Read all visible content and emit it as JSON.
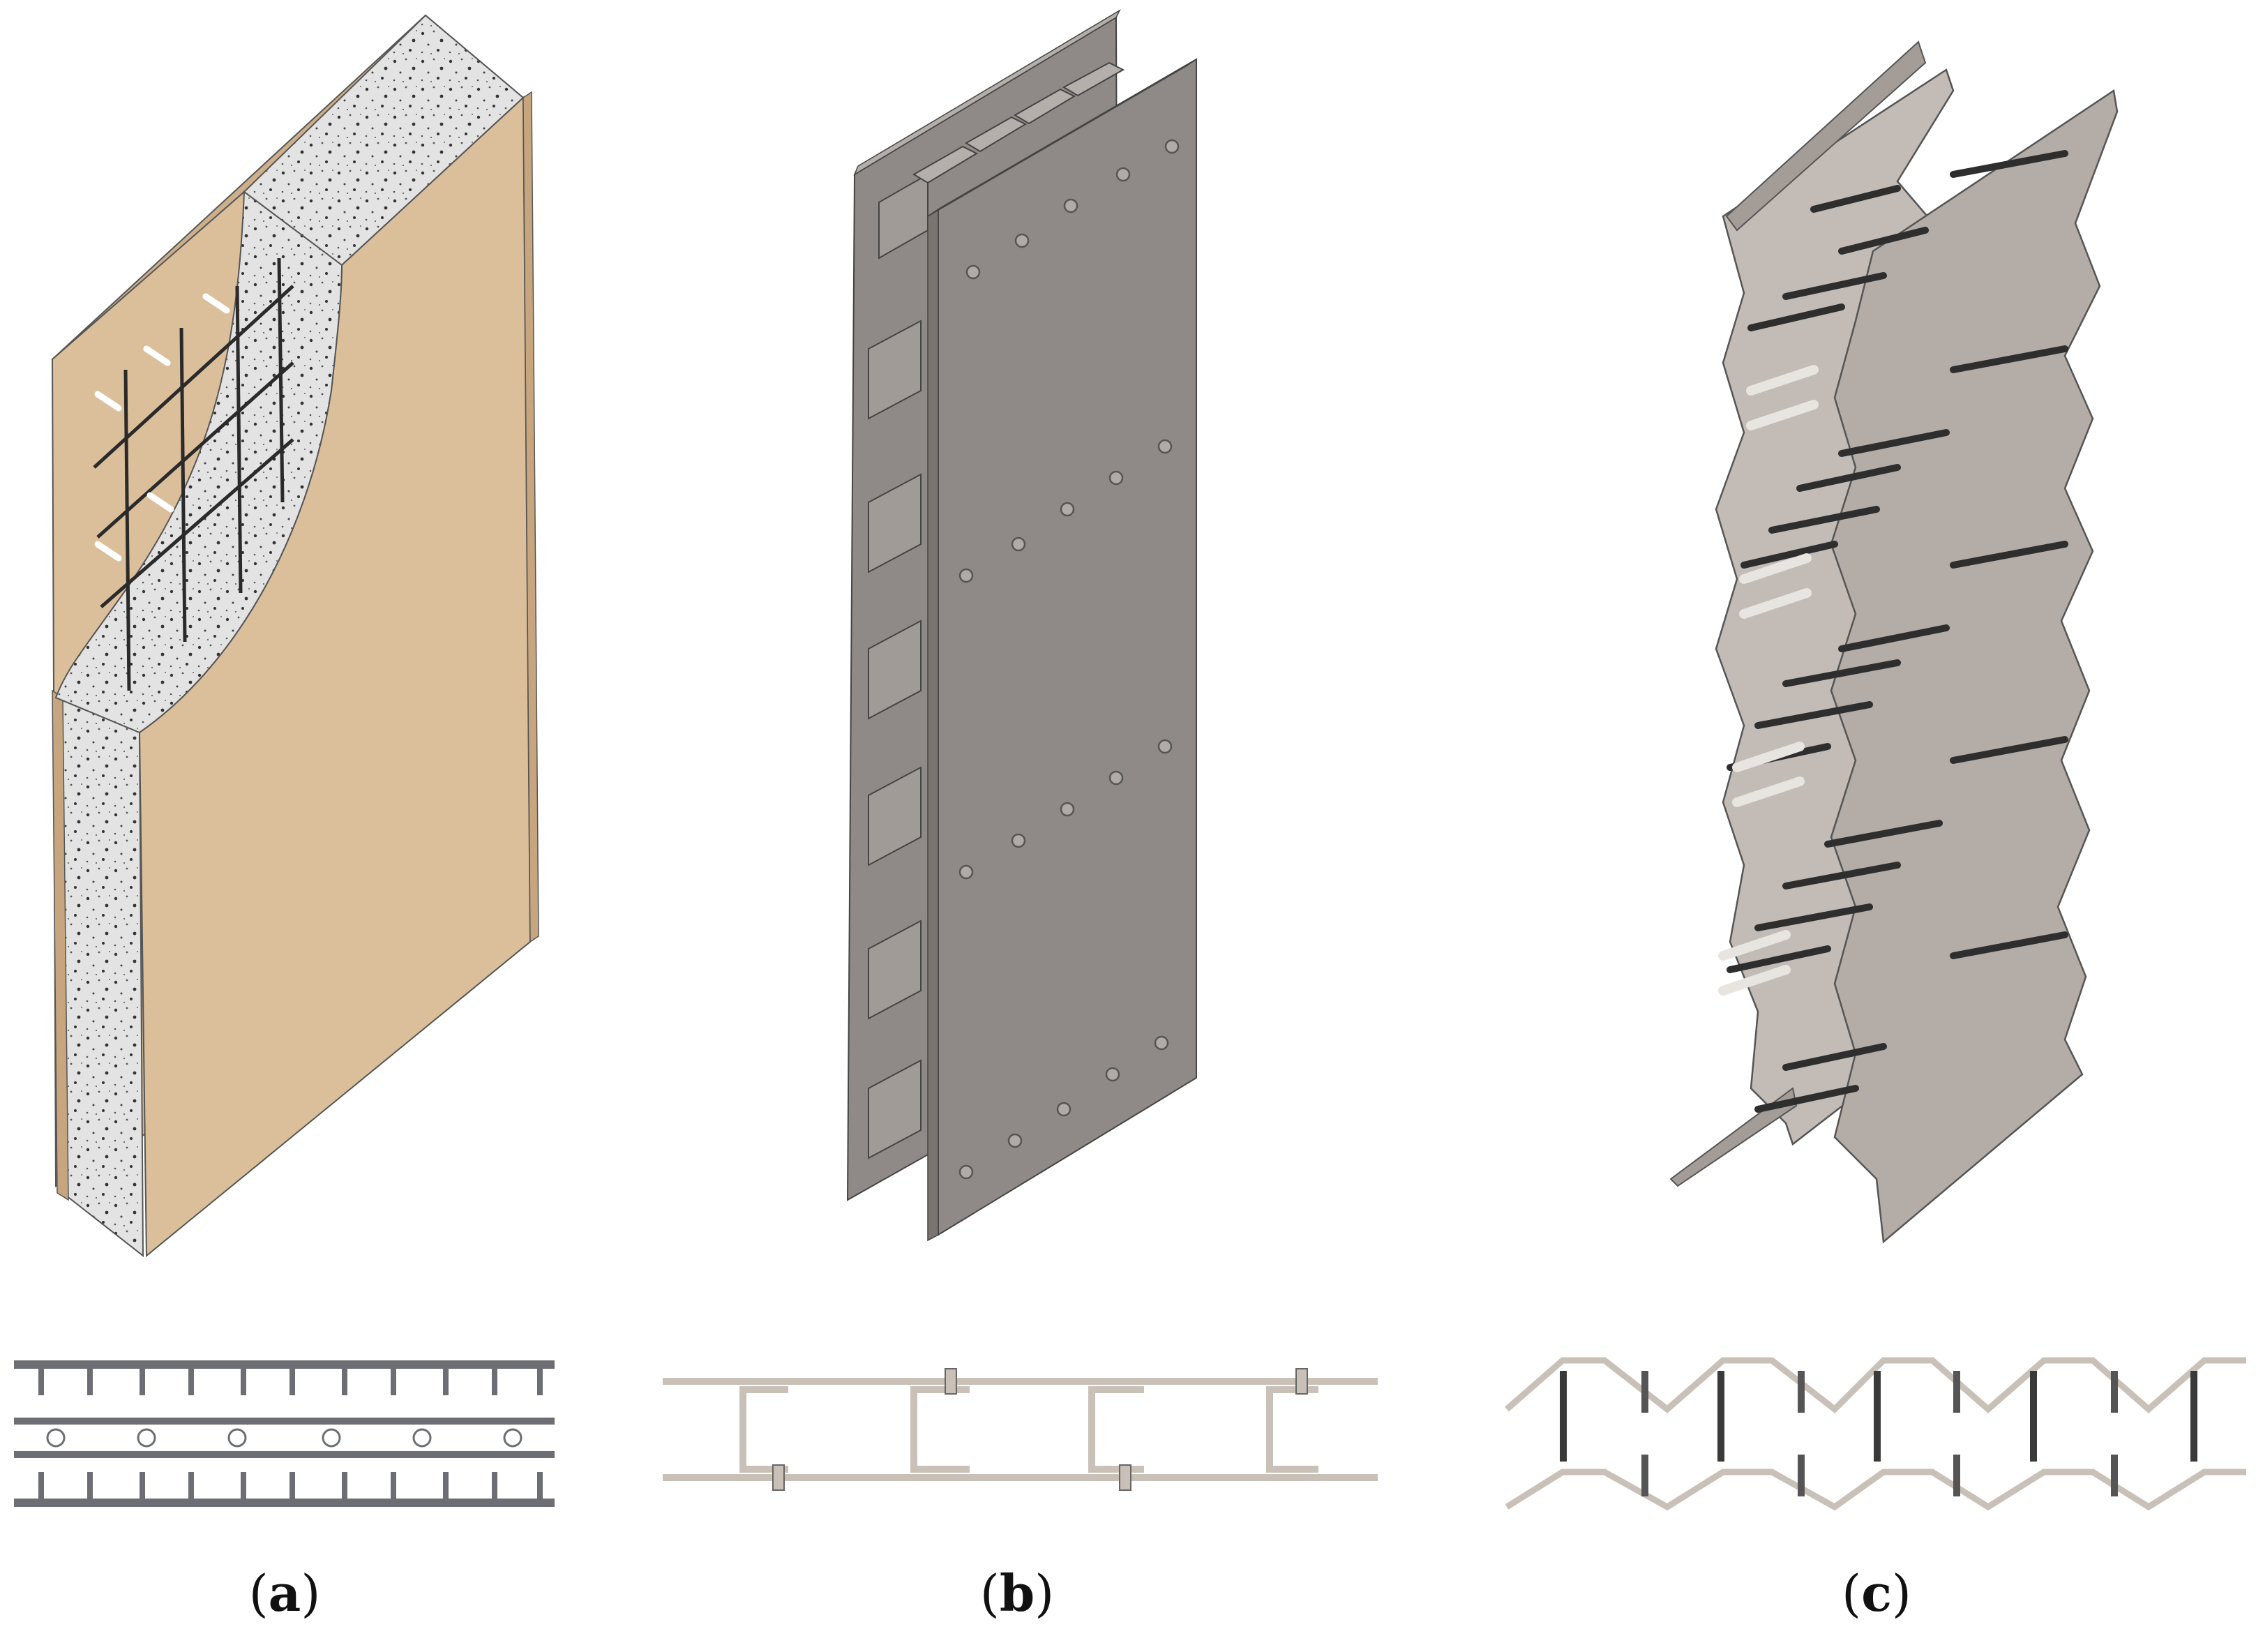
{
  "panels": [
    {
      "id": "a",
      "open": "(",
      "letter": "a",
      "close": ")"
    },
    {
      "id": "b",
      "open": "(",
      "letter": "b",
      "close": ")"
    },
    {
      "id": "c",
      "open": "(",
      "letter": "c",
      "close": ")"
    }
  ],
  "colors": {
    "plywood_face": "#dbbf9b",
    "plywood_edge": "#c7a67f",
    "concrete": "#e3e3e3",
    "concrete_speck": "#333333",
    "rebar": "#2a2a2a",
    "stud": "#f2f2f2",
    "steel_plate": "#8f8a87",
    "steel_plate_edge": "#b4afab",
    "steel_dark": "#6e6a67",
    "corrugated_light": "#c2bbb6",
    "corrugated_dark": "#a39c97",
    "section_outline": "#d4ccc4",
    "section_grey": "#6d6e74"
  }
}
